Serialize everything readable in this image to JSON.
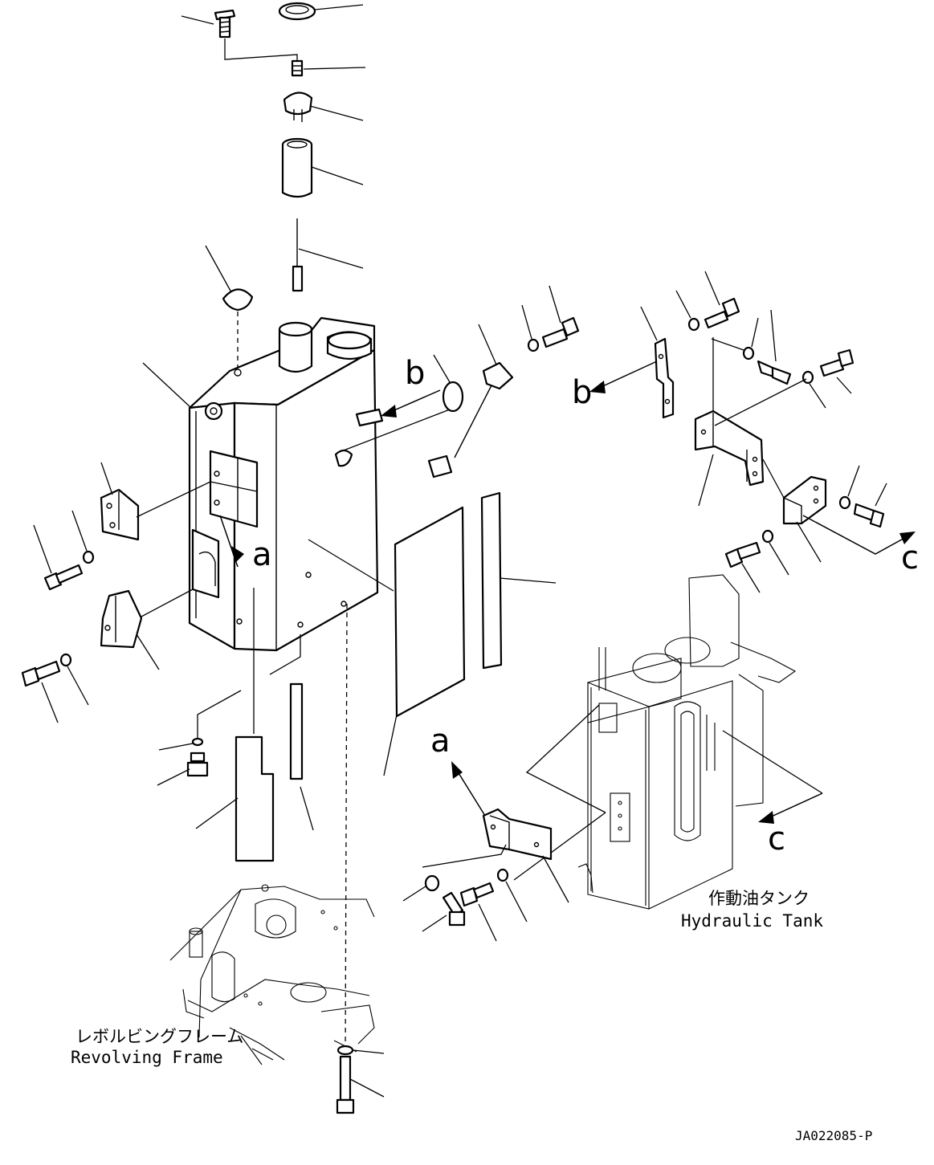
{
  "labels": {
    "view_b": "b",
    "view_b_dest": "b",
    "view_a": "a",
    "view_a_dest": "a",
    "view_c": "c",
    "view_c_dest": "c",
    "hydraulic_tank_jp": "作動油タンク",
    "hydraulic_tank_en": "Hydraulic Tank",
    "revolving_frame_jp": "レボルビングフレーム",
    "revolving_frame_en": "Revolving Frame",
    "drawing_number": "JA022085-P"
  }
}
